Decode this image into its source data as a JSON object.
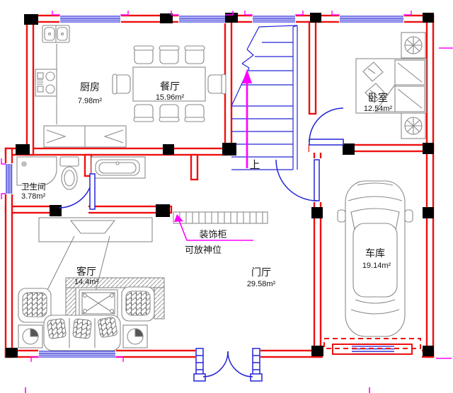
{
  "plan": {
    "type": "residential-floor-plan",
    "rooms": [
      {
        "name": "厨房",
        "area": "7.98m²"
      },
      {
        "name": "餐厅",
        "area": "15.96m²"
      },
      {
        "name": "卧室",
        "area": "12.54m²"
      },
      {
        "name": "卫生间",
        "area": "3.78m²"
      },
      {
        "name": "客厅",
        "area": "14.4m²"
      },
      {
        "name": "门厅",
        "area": "29.58m²"
      },
      {
        "name": "车库",
        "area": "19.14m²"
      }
    ],
    "annotations": {
      "stair_direction": "上",
      "cabinet_label": "装饰柜",
      "cabinet_note": "可放神位"
    },
    "colors": {
      "wall": "#ee0f0f",
      "column": "#000000",
      "window": "#2424d8",
      "door": "#2424d8",
      "stairs": "#2424d8",
      "annotation": "#ff00ff",
      "furniture": "#8a8a8a",
      "text": "#151515"
    }
  }
}
